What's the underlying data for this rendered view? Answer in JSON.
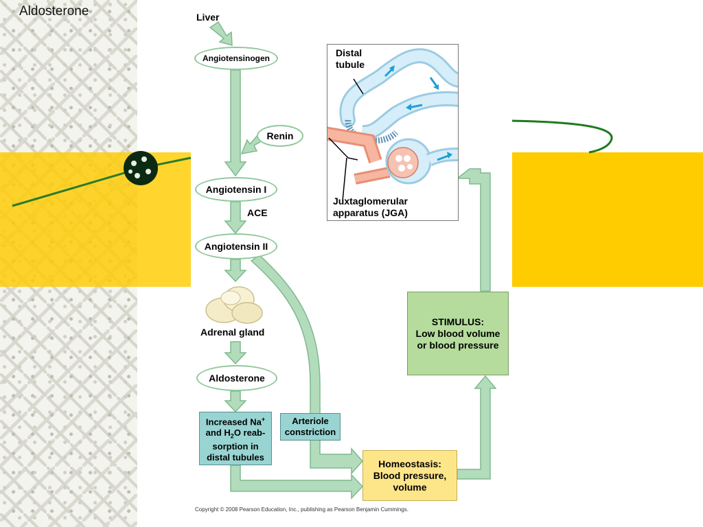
{
  "slide": {
    "title": "Aldosterone"
  },
  "diagram": {
    "liver": "Liver",
    "angiotensinogen": "Angiotensinogen",
    "renin": "Renin",
    "angiotensin1": "Angiotensin I",
    "ace": "ACE",
    "angiotensin2": "Angiotensin II",
    "adrenal_gland": "Adrenal gland",
    "aldosterone": "Aldosterone",
    "increased_na_line1": "Increased Na",
    "increased_na_sup": "+",
    "increased_na_line2a": "and H",
    "increased_na_sub": "2",
    "increased_na_line2b": "O reab-",
    "increased_na_line3": "sorption in",
    "increased_na_line4": "distal tubules",
    "arteriole_line1": "Arteriole",
    "arteriole_line2": "constriction",
    "homeostasis_line1": "Homeostasis:",
    "homeostasis_line2": "Blood pressure,",
    "homeostasis_line3": "volume",
    "stimulus_line1": "STIMULUS:",
    "stimulus_line2": "Low blood volume",
    "stimulus_line3": "or blood pressure",
    "distal_tubule_line1": "Distal",
    "distal_tubule_line2": "tubule",
    "jga_line1": "Juxtaglomerular",
    "jga_line2": "apparatus (JGA)",
    "copyright": "Copyright © 2008 Pearson Education, Inc., publishing as Pearson Benjamin Cummings."
  },
  "colors": {
    "arrow_fill": "#b2dcbc",
    "arrow_stroke": "#7fb98d",
    "band": "#ffcc00",
    "tubule": "#bfe3f5",
    "arteriole": "#f6b6a0"
  }
}
